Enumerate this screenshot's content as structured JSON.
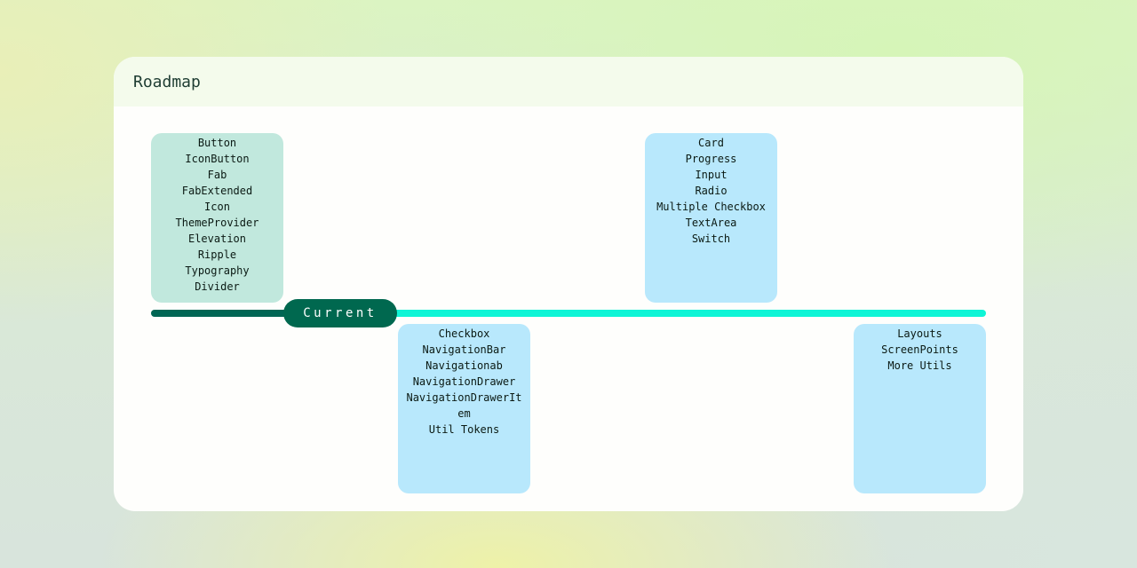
{
  "card": {
    "title": "Roadmap"
  },
  "timeline": {
    "current_label": "Current",
    "colors": {
      "done_track": "#006654",
      "todo_track": "#0ff5d6",
      "pill": "#00684f",
      "done_box": "#c1e8dd",
      "todo_box": "#b8e8fc"
    }
  },
  "milestones": [
    {
      "status": "done",
      "items": [
        "Button",
        "IconButton",
        "Fab",
        "FabExtended",
        "Icon",
        "ThemeProvider",
        "Elevation",
        "Ripple",
        "Typography",
        "Divider"
      ]
    },
    {
      "status": "planned",
      "items": [
        "Card",
        "Progress",
        "Input",
        "Radio",
        "Multiple Checkbox",
        "TextArea",
        "Switch"
      ]
    },
    {
      "status": "planned",
      "items": [
        "Checkbox",
        "NavigationBar",
        "Navigationab",
        "NavigationDrawer",
        "NavigationDrawerItem",
        "Util Tokens"
      ]
    },
    {
      "status": "planned",
      "items": [
        "Layouts",
        "ScreenPoints",
        "More Utils"
      ]
    }
  ]
}
